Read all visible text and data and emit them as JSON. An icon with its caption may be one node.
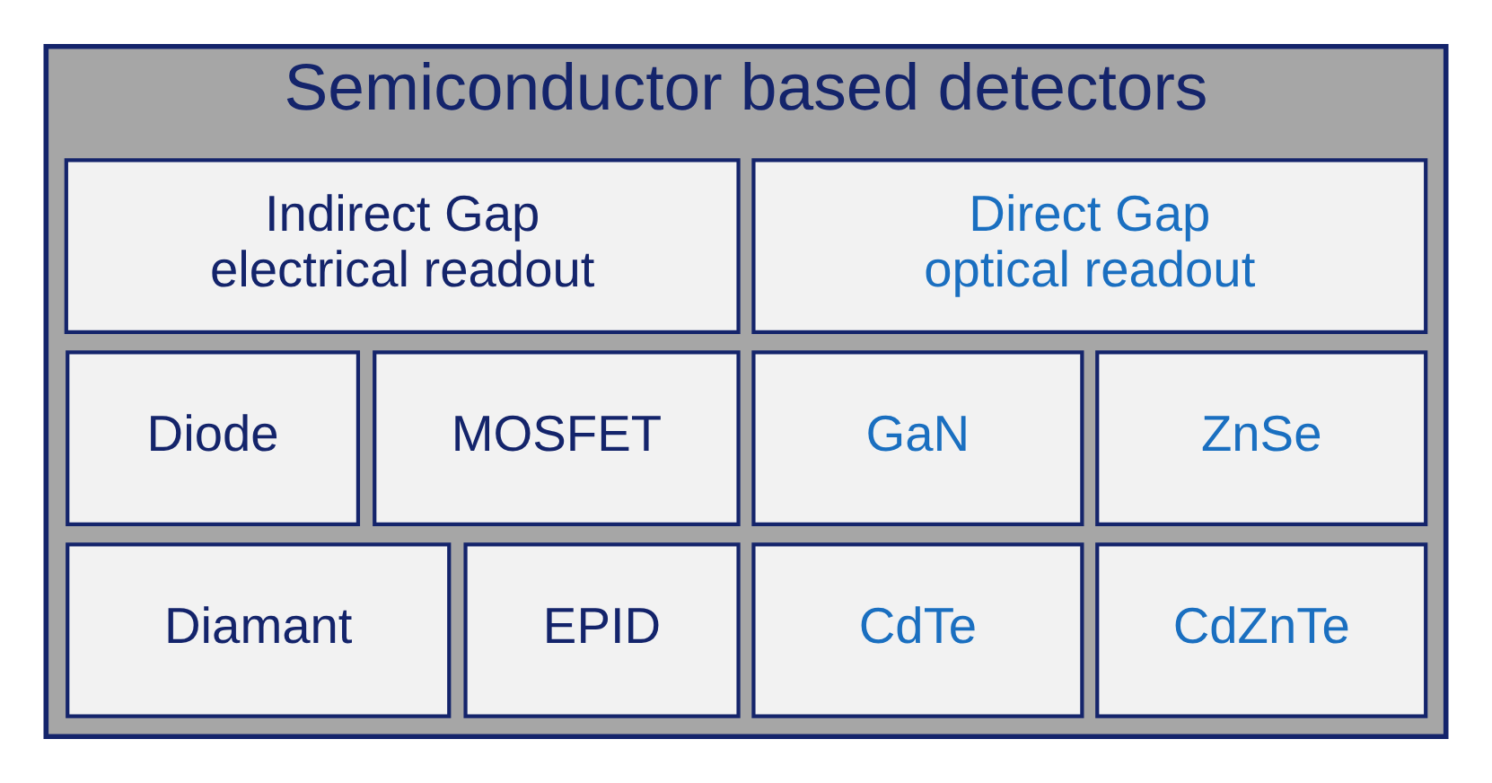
{
  "diagram": {
    "nodes": [
      {
        "text": [
          "Semiconductor based detectors"
        ]
      },
      {
        "text": [
          "Indirect Gap electrical readout"
        ],
        "in": 0
      },
      {
        "text": [
          "Direct Gap optical readout"
        ],
        "in": 0
      },
      {
        "text": [
          "Diode"
        ],
        "in": 0
      },
      {
        "text": [
          "MOSFET"
        ],
        "in": 0
      },
      {
        "text": [
          "GaN"
        ],
        "in": 0
      },
      {
        "text": [
          "ZnSe"
        ],
        "in": 0
      },
      {
        "text": [
          "Diamant"
        ],
        "in": 0
      },
      {
        "text": [
          "EPID"
        ],
        "in": 0
      },
      {
        "text": [
          "CdTe"
        ],
        "in": 0
      },
      {
        "text": [
          "CdZnTe"
        ],
        "in": 0
      }
    ],
    "edges": []
  }
}
